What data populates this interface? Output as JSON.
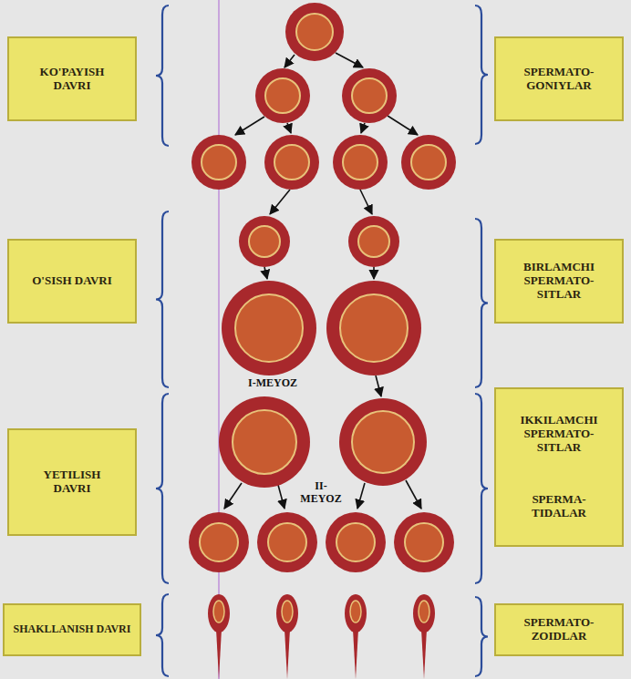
{
  "diagram": {
    "nodes": [
      {
        "text": [
          "KO'PAYISH DAVRI"
        ]
      },
      {
        "text": [
          "SPERMATO- GONIYLAR"
        ]
      },
      {
        "text": [
          "O'SISH DAVRI"
        ]
      },
      {
        "text": [
          "BIRLAMCHI SPERMATO- SITLAR"
        ]
      },
      {
        "text": [
          "YETILISH DAVRI"
        ]
      },
      {
        "text": [
          "IKKILAMCHI SPERMATO- SITLAR",
          "SPERMA- TIDALAR"
        ]
      },
      {
        "text": [
          "SHAKLLANISH DAVRI"
        ]
      },
      {
        "text": [
          "SPERMATO- ZOIDLAR"
        ]
      }
    ],
    "labels": [
      "I-MEYOZ",
      "II- MEYOZ"
    ]
  }
}
